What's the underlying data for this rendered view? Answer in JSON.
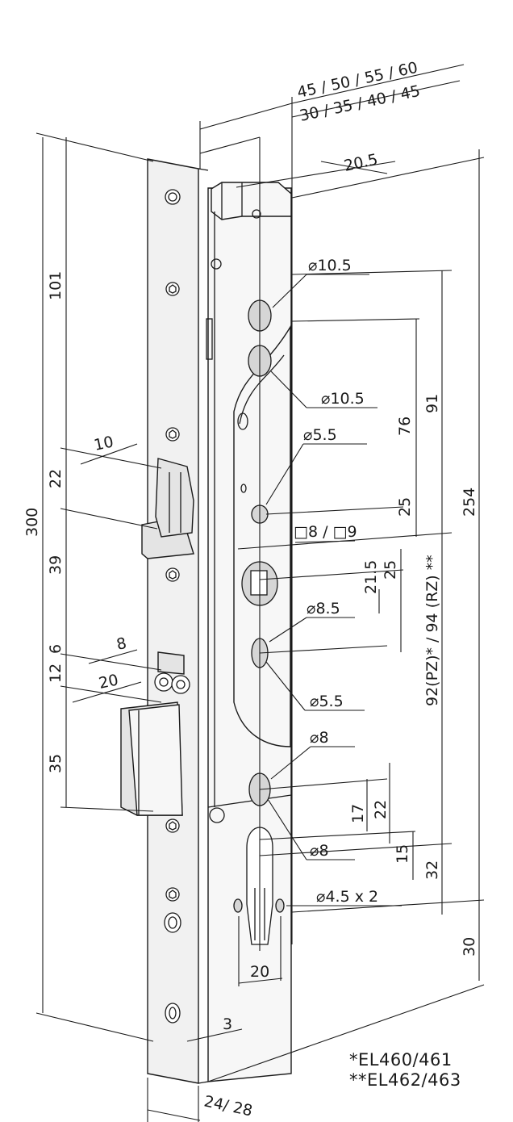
{
  "dimensions": {
    "backset_top": "45 / 50 / 55 / 60",
    "backset_bottom": "30 / 35 / 40 / 45",
    "top_offset": "20.5",
    "total_height": "300",
    "body_height": "254",
    "top_to_latch": "101",
    "latch_height": "22",
    "latch_width": "10",
    "latch_to_bolt": "39",
    "small_latch_width": "8",
    "small_latch_offset": "6",
    "roller_height": "12",
    "deadbolt_offset": "20",
    "deadbolt_height": "35",
    "hole_top_1": "⌀10.5",
    "hole_top_2": "⌀10.5",
    "hole_small_1": "⌀5.5",
    "square_spindle": "□8 / □9",
    "hole_mid": "⌀8.5",
    "hole_small_2": "⌀5.5",
    "hole_lower_1": "⌀8",
    "hole_lower_2": "⌀8",
    "fix_holes": "⌀4.5 x 2",
    "dist_91": "91",
    "dist_76": "76",
    "dist_25a": "25",
    "dist_25b": "25",
    "dist_21_5": "21.5",
    "dist_92_94": "92(PZ)* / 94 (RZ) **",
    "dist_22": "22",
    "dist_17": "17",
    "dist_15": "15",
    "dist_32": "32",
    "bottom_30": "30",
    "cylinder_width": "20",
    "plate_thickness": "3",
    "faceplate_width": "24/ 28"
  },
  "notes": {
    "pz_model": "*EL460/461",
    "rz_model": "**EL462/463"
  }
}
